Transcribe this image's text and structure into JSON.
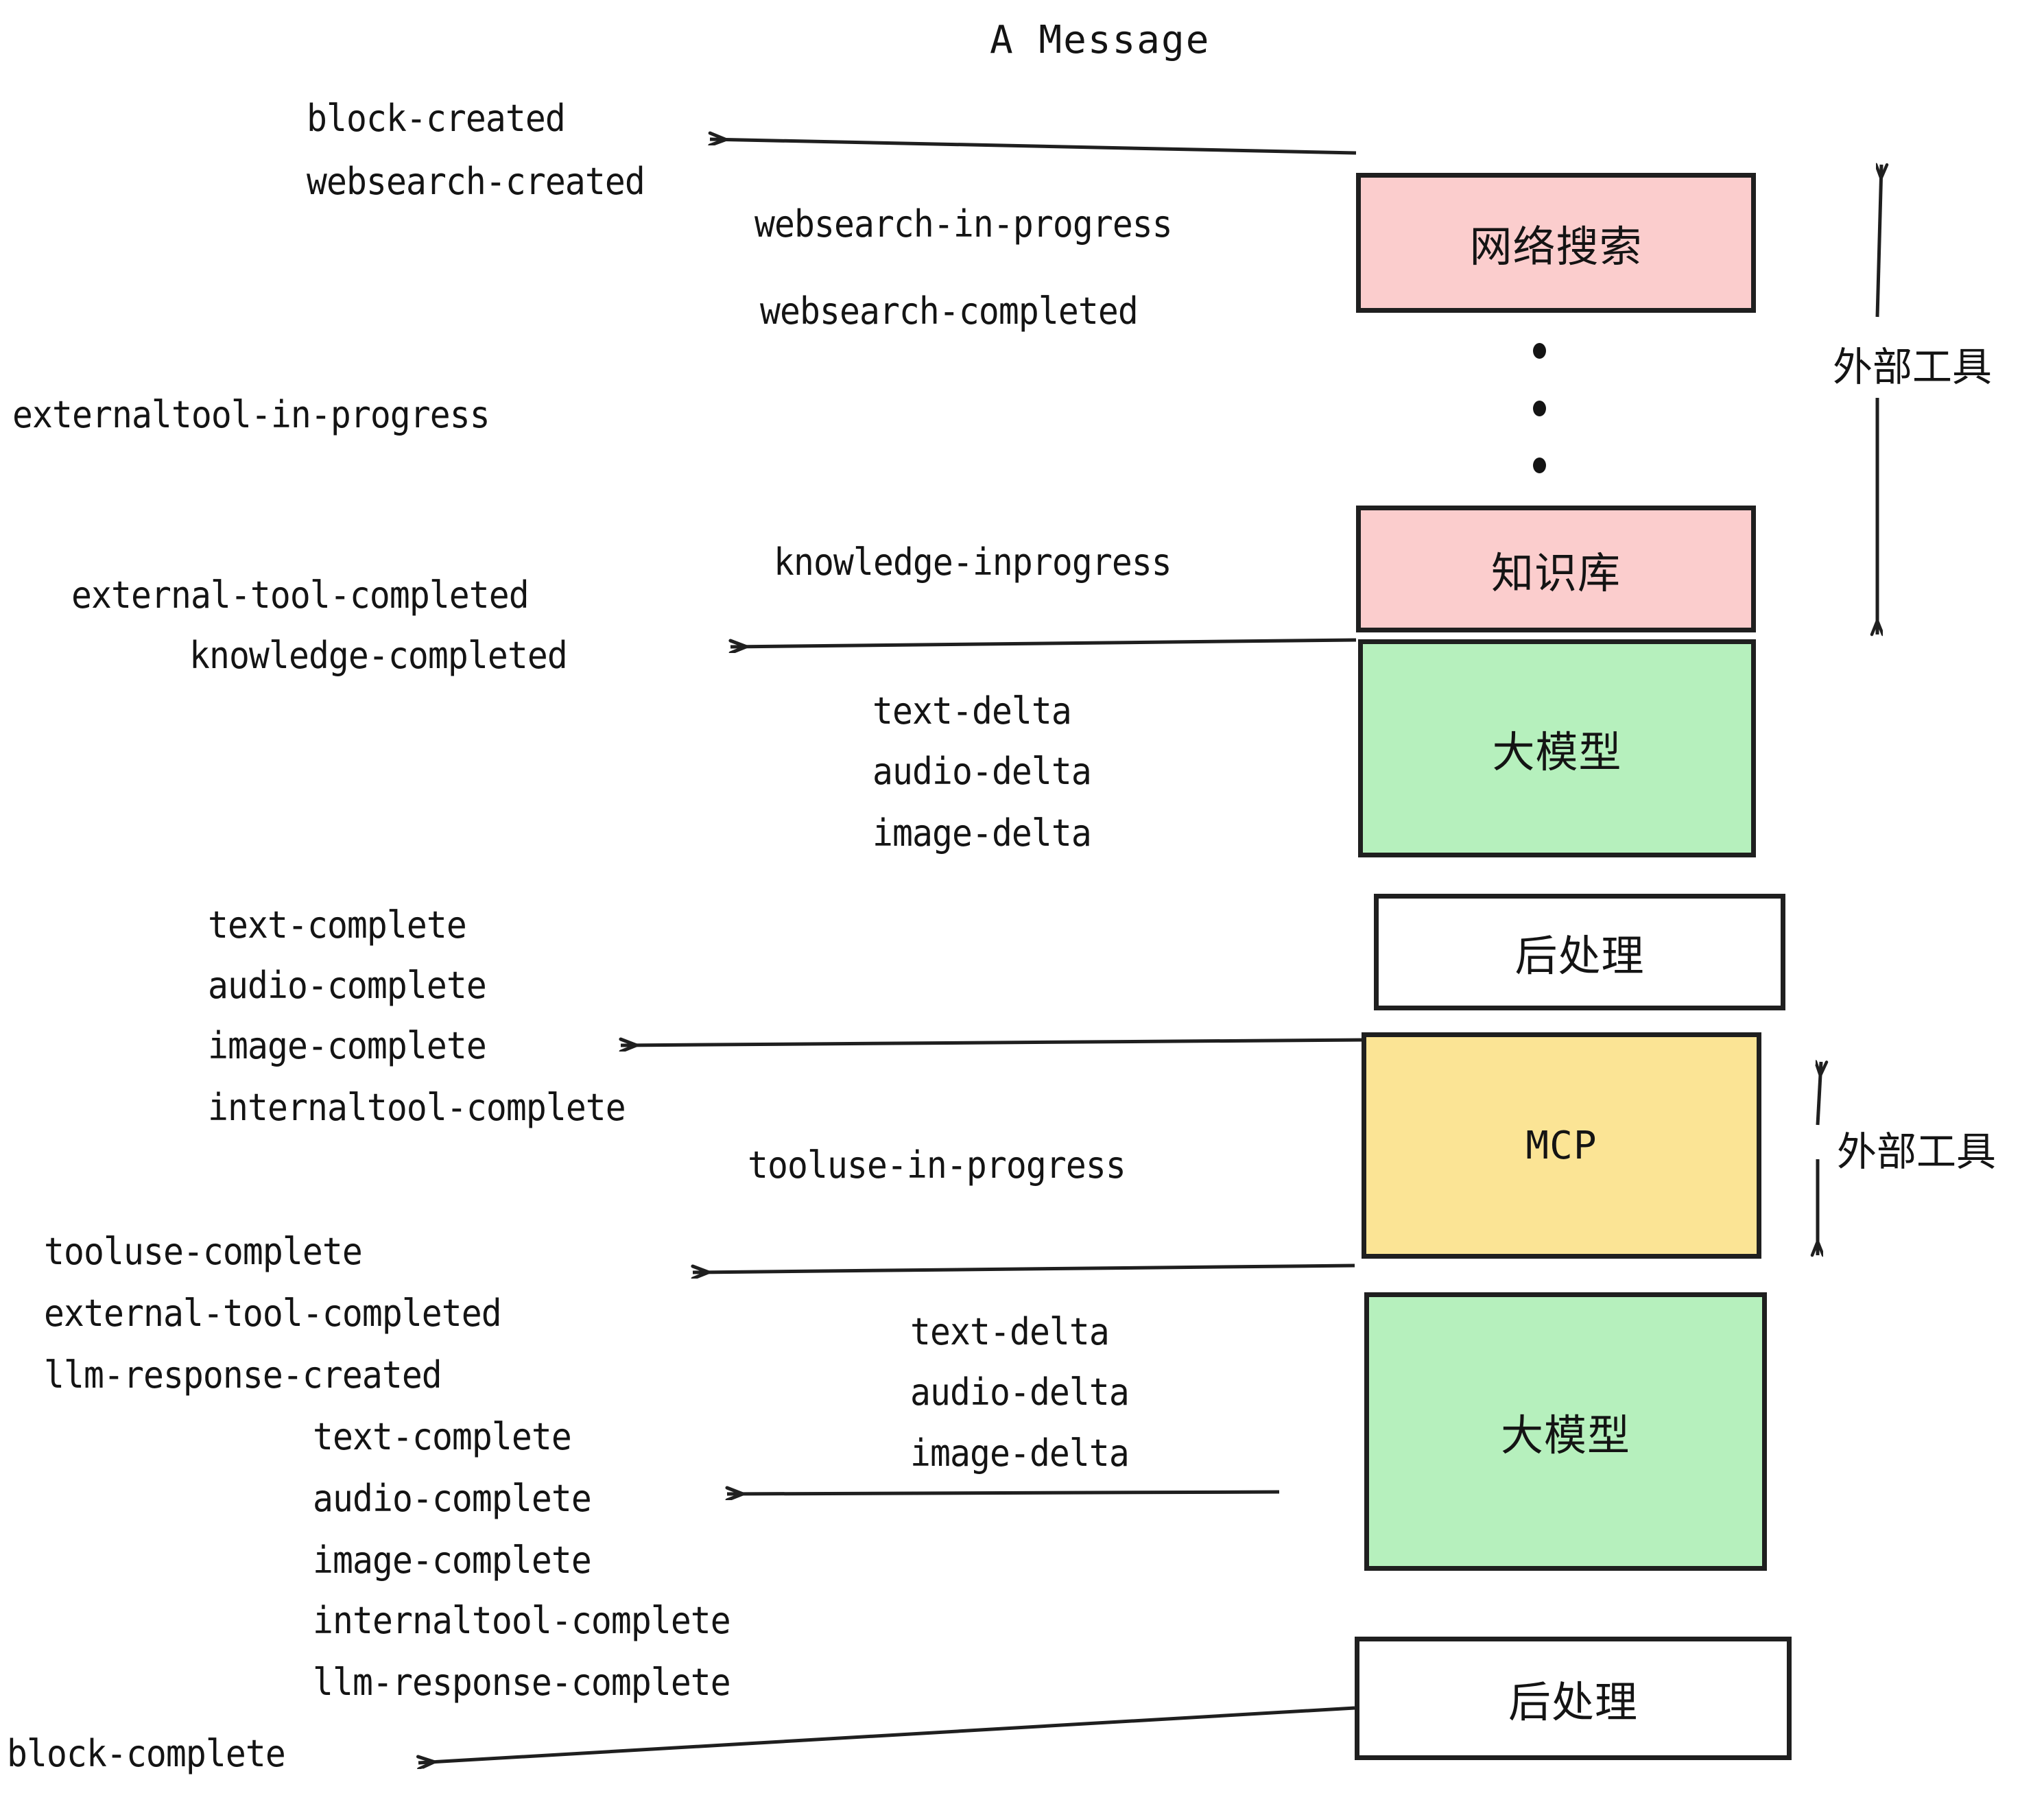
{
  "diagram": {
    "title": "A Message",
    "background_color": "#ffffff",
    "stroke_color": "#1f1f1f"
  },
  "boxes": [
    {
      "id": "websearch",
      "label": "网络搜索",
      "color": "#fbcdcd",
      "role": "external-tool"
    },
    {
      "id": "knowledge",
      "label": "知识库",
      "color": "#fbcdcd",
      "role": "external-tool"
    },
    {
      "id": "llm-1",
      "label": "大模型",
      "color": "#b6f0bd",
      "role": "model"
    },
    {
      "id": "postprocess-1",
      "label": "后处理",
      "color": "#ffffff",
      "role": "post-process"
    },
    {
      "id": "mcp",
      "label": "MCP",
      "color": "#fbe495",
      "role": "external-tool"
    },
    {
      "id": "llm-2",
      "label": "大模型",
      "color": "#b6f0bd",
      "role": "model"
    },
    {
      "id": "postprocess-2",
      "label": "后处理",
      "color": "#ffffff",
      "role": "post-process"
    }
  ],
  "side_labels": [
    {
      "id": "external-tool-top",
      "text": "外部工具"
    },
    {
      "id": "external-tool-bottom",
      "text": "外部工具"
    }
  ],
  "events": {
    "block_created": "block-created",
    "websearch_created": "websearch-created",
    "websearch_in_progress": "websearch-in-progress",
    "websearch_completed": "websearch-completed",
    "externaltool_in_progress": "externaltool-in-progress",
    "knowledge_inprogress": "knowledge-inprogress",
    "external_tool_completed_1": "external-tool-completed",
    "knowledge_completed": "knowledge-completed",
    "text_delta_1": "text-delta",
    "audio_delta_1": "audio-delta",
    "image_delta_1": "image-delta",
    "text_complete_1": "text-complete",
    "audio_complete_1": "audio-complete",
    "image_complete_1": "image-complete",
    "internaltool_complete_1": "internaltool-complete",
    "tooluse_in_progress": "tooluse-in-progress",
    "tooluse_complete": "tooluse-complete",
    "external_tool_completed_2": "external-tool-completed",
    "llm_response_created": "llm-response-created",
    "text_delta_2": "text-delta",
    "audio_delta_2": "audio-delta",
    "image_delta_2": "image-delta",
    "text_complete_2": "text-complete",
    "audio_complete_2": "audio-complete",
    "image_complete_2": "image-complete",
    "internaltool_complete_2": "internaltool-complete",
    "llm_response_complete": "llm-response-complete",
    "block_complete": "block-complete"
  },
  "ellipsis": {
    "id": "vertical-ellipsis",
    "dot_count": 3
  }
}
